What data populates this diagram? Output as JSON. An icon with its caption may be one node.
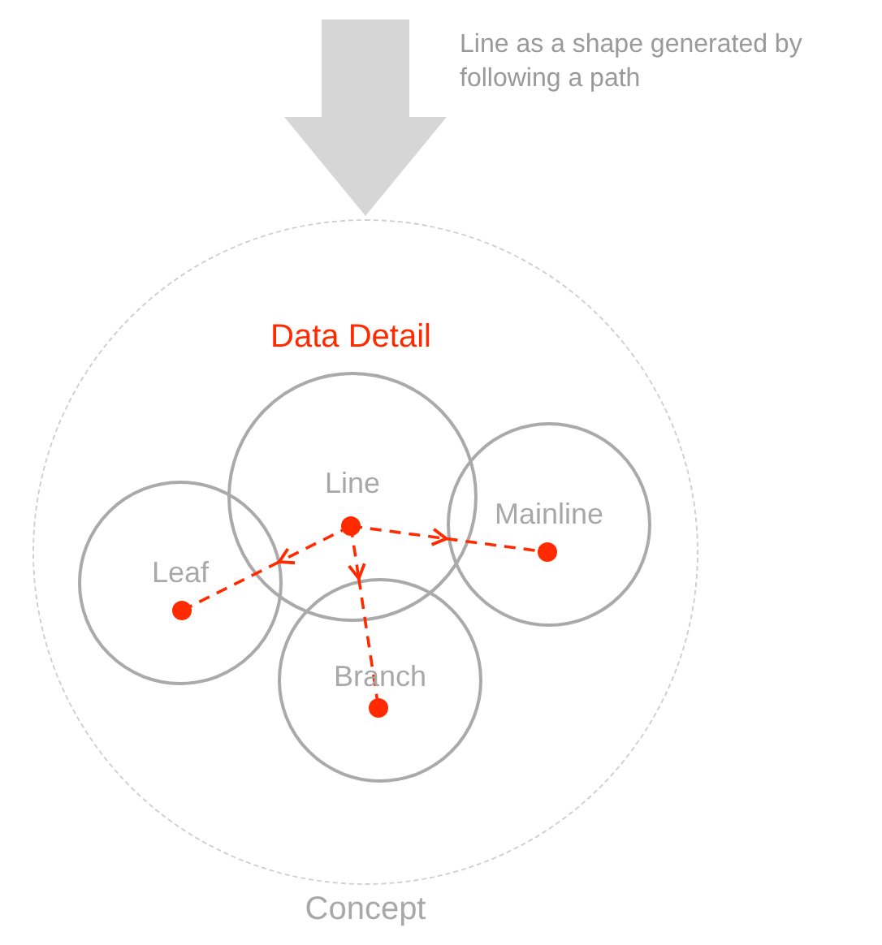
{
  "diagram": {
    "nodes": [
      {
        "text": [
          "Concept"
        ]
      },
      {
        "text": [
          "Line"
        ],
        "in": 0
      },
      {
        "text": [
          "Mainline"
        ],
        "in": 0
      },
      {
        "text": [
          "Leaf"
        ],
        "in": 0
      },
      {
        "text": [
          "Branch"
        ],
        "in": 0
      }
    ],
    "edges": [
      {
        "from": null,
        "to": 0,
        "arrow": "to",
        "label": "Line as a shape generated by following a path",
        "style": "thick",
        "color": "#d6d6d6"
      },
      {
        "from": 1,
        "to": 3,
        "arrow": "to",
        "style": "dashed"
      },
      {
        "from": 1,
        "to": 2,
        "arrow": "to",
        "style": "dashed"
      },
      {
        "from": 1,
        "to": 4,
        "arrow": "to",
        "style": "dashed"
      }
    ],
    "labels": [
      "Data Detail"
    ]
  }
}
